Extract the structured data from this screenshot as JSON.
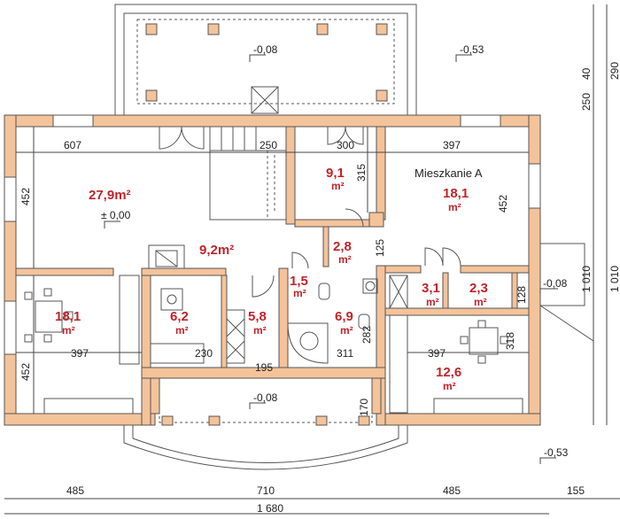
{
  "colors": {
    "wall": "#f4c39a",
    "wall_stroke": "#555555",
    "room_label": "#c0242a",
    "line": "#444444",
    "background": "#ffffff"
  },
  "dimensions": {
    "top_room_widths": [
      "607",
      "250",
      "300",
      "397"
    ],
    "left_heights": [
      "452",
      "452"
    ],
    "bottom_widths": [
      "485",
      "710",
      "485",
      "155"
    ],
    "total_width": "1 680",
    "right_stack": [
      "40",
      "250",
      "290"
    ],
    "right_total": [
      "1 010",
      "1 010"
    ],
    "inner": {
      "d315": "315",
      "d452r": "452",
      "d125": "125",
      "d128": "128",
      "d397_left": "397",
      "d230": "230",
      "d195": "195",
      "d311": "311",
      "d282": "282",
      "d397_right": "397",
      "d318": "318",
      "d170": "170"
    }
  },
  "levels": {
    "terrace_top_left": "-0,08",
    "terrace_top_right": "-0,53",
    "living": "± 0,00",
    "right_entry": "-0,08",
    "bottom_terrace": "-0,08",
    "bottom_right": "-0,53"
  },
  "rooms": [
    {
      "area": "27,9m²",
      "unit": ""
    },
    {
      "area": "9,1",
      "unit": "m²"
    },
    {
      "area": "18,1",
      "unit": "m²"
    },
    {
      "area": "9,2m²",
      "unit": ""
    },
    {
      "area": "2,8",
      "unit": "m²"
    },
    {
      "area": "1,5",
      "unit": "m²"
    },
    {
      "area": "18,1",
      "unit": "m²"
    },
    {
      "area": "6,2",
      "unit": "m²"
    },
    {
      "area": "5,8",
      "unit": "m²"
    },
    {
      "area": "6,9",
      "unit": "m²"
    },
    {
      "area": "3,1",
      "unit": "m²"
    },
    {
      "area": "2,3",
      "unit": "m²"
    },
    {
      "area": "12,6",
      "unit": "m²"
    }
  ],
  "apartment_label": "Mieszkanie A"
}
